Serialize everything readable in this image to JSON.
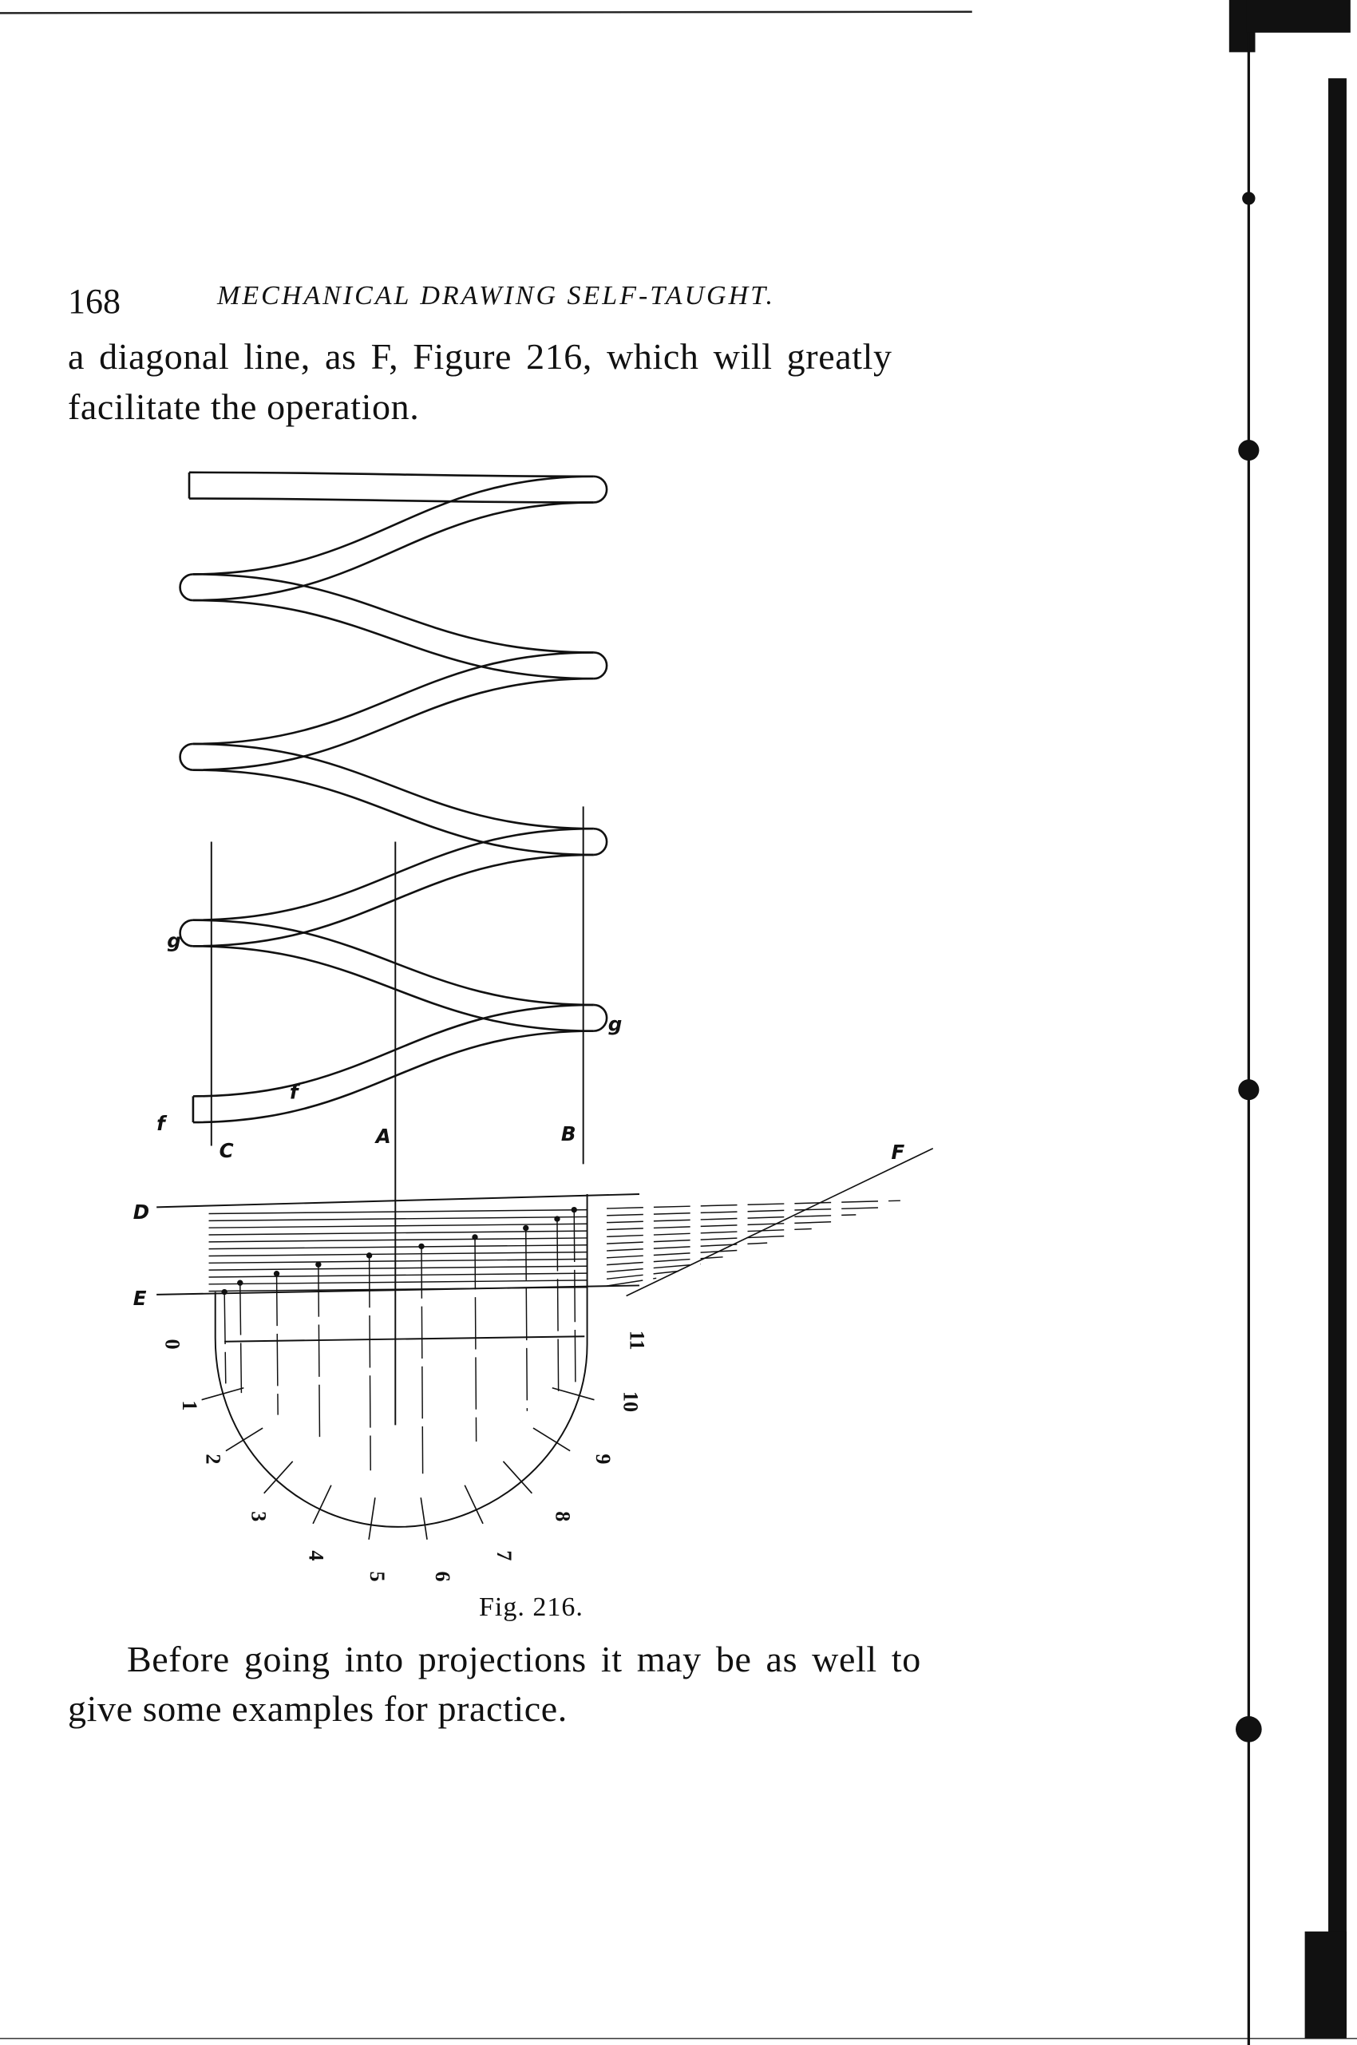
{
  "header": {
    "page_number": "168",
    "running_title": "MECHANICAL DRAWING SELF-TAUGHT."
  },
  "body_top": [
    "a diagonal line, as F, Figure 216, which will greatly",
    "facilitate the operation."
  ],
  "figure": {
    "caption": "Fig. 216.",
    "labels": {
      "g_left": "g",
      "g_right": "g",
      "f_left": "f",
      "f_mid": "f",
      "C": "C",
      "A": "A",
      "B": "B",
      "F": "F",
      "D": "D",
      "E": "E"
    },
    "divisions": [
      "0",
      "1",
      "2",
      "3",
      "4",
      "5",
      "6",
      "7",
      "8",
      "9",
      "10",
      "11"
    ]
  },
  "body_bottom": [
    "Before going into projections it may be as well to",
    "give some examples for practice."
  ]
}
